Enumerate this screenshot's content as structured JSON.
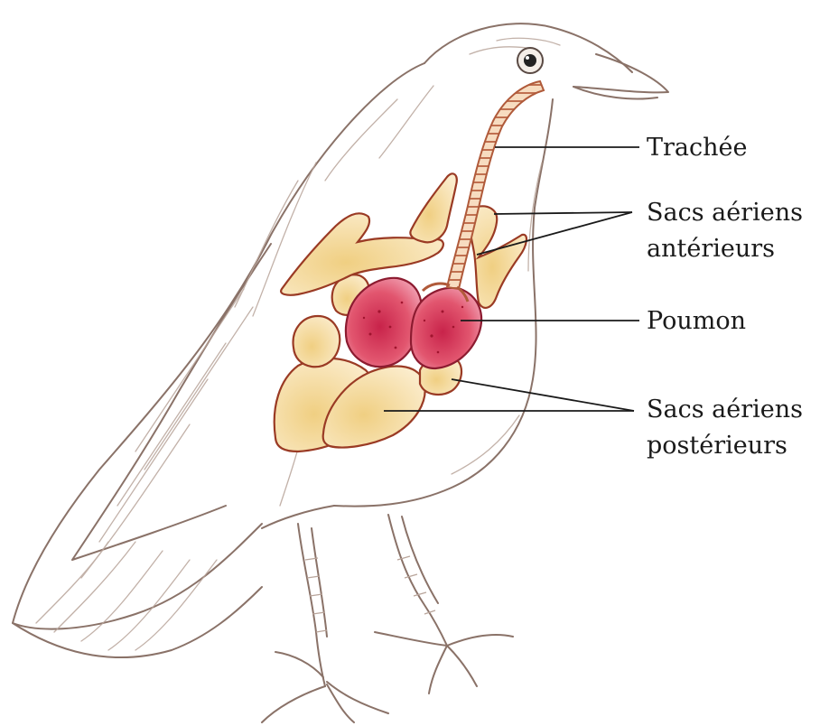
{
  "labels": {
    "trachea": "Trachée",
    "anterior_line1": "Sacs aériens",
    "anterior_line2": "antérieurs",
    "lung": "Poumon",
    "posterior_line1": "Sacs aériens",
    "posterior_line2": "postérieurs"
  },
  "colors": {
    "outline": "#8a7268",
    "sketch": "#b8a49a",
    "air_sac_fill": "#f3dca0",
    "air_sac_stroke": "#9a3a24",
    "lung_fill": "#e05070",
    "lung_dark": "#c8234a",
    "trachea_fill": "#f0c9a0",
    "leader_line": "#1a1a1a"
  }
}
